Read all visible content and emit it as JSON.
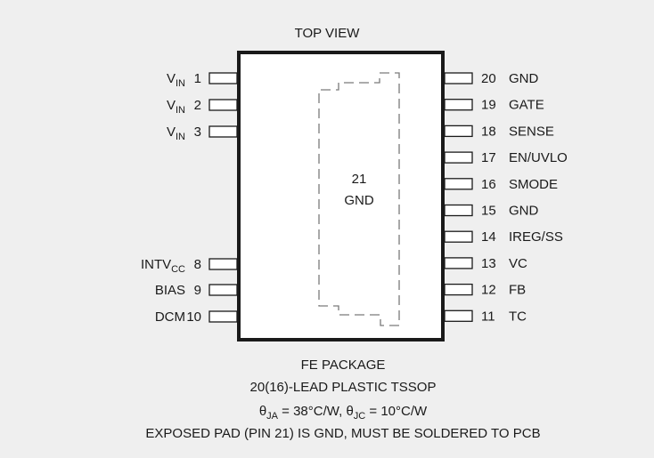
{
  "header": {
    "title": "TOP VIEW"
  },
  "package": {
    "pad_number": "21",
    "pad_label": "GND"
  },
  "left_pins": [
    {
      "num": "1",
      "name": "V",
      "sub": "IN",
      "suffix": ""
    },
    {
      "num": "2",
      "name": "V",
      "sub": "IN",
      "suffix": ""
    },
    {
      "num": "3",
      "name": "V",
      "sub": "IN",
      "suffix": ""
    },
    {
      "num": "8",
      "name": "INTV",
      "sub": "CC",
      "suffix": ""
    },
    {
      "num": "9",
      "name": "BIAS",
      "sub": "",
      "suffix": ""
    },
    {
      "num": "10",
      "name": "DCM",
      "sub": "",
      "suffix": ""
    }
  ],
  "right_pins": [
    {
      "num": "20",
      "name": "GND"
    },
    {
      "num": "19",
      "name": "GATE"
    },
    {
      "num": "18",
      "name": "SENSE"
    },
    {
      "num": "17",
      "name": "EN/UVLO"
    },
    {
      "num": "16",
      "name": "SMODE"
    },
    {
      "num": "15",
      "name": "GND"
    },
    {
      "num": "14",
      "name": "IREG/SS"
    },
    {
      "num": "13",
      "name": "VC"
    },
    {
      "num": "12",
      "name": "FB"
    },
    {
      "num": "11",
      "name": "TC"
    }
  ],
  "footer": {
    "line1": "FE PACKAGE",
    "line2": "20(16)-LEAD PLASTIC TSSOP",
    "thermal": {
      "theta_ja_sym": "θ",
      "theta_ja_sub": "JA",
      "theta_ja_val": " = 38°C/W, ",
      "theta_jc_sym": "θ",
      "theta_jc_sub": "JC",
      "theta_jc_val": " = 10°C/W"
    },
    "line4": "EXPOSED PAD (PIN 21) IS GND, MUST BE SOLDERED TO PCB"
  }
}
